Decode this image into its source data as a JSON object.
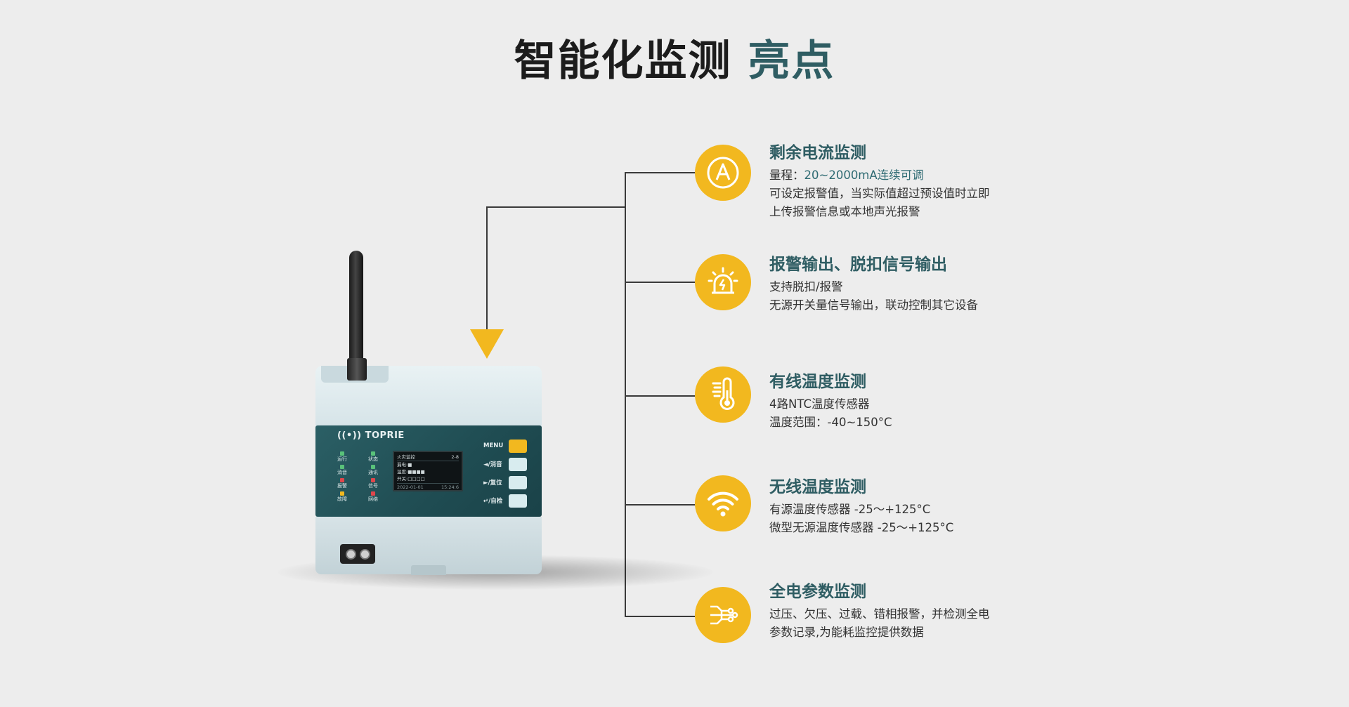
{
  "page": {
    "title_main": "智能化监测",
    "title_highlight": "亮点",
    "accent_color": "#f2b81f",
    "title_color": "#2f5d63"
  },
  "device": {
    "brand": "TOPRIE",
    "leds": [
      {
        "label": "运行",
        "color": "#59c27a"
      },
      {
        "label": "状态",
        "color": "#59c27a"
      },
      {
        "label": "消音",
        "color": "#59c27a"
      },
      {
        "label": "通讯",
        "color": "#59c27a"
      },
      {
        "label": "报警",
        "color": "#e0474c"
      },
      {
        "label": "信号",
        "color": "#e0474c"
      },
      {
        "label": "故障",
        "color": "#f2b81f"
      },
      {
        "label": "网络",
        "color": "#e0474c"
      }
    ],
    "screen": {
      "header": "火灾监控",
      "header_right": "2-8",
      "rows": [
        "漏电:■",
        "温度:■■■■",
        "开关:□□□□"
      ],
      "footer_left": "2022-01-01",
      "footer_right": "15:24:6"
    },
    "keys": [
      {
        "label": "MENU",
        "style": "menu"
      },
      {
        "label": "◄/消音",
        "style": "normal"
      },
      {
        "label": "►/复位",
        "style": "normal"
      },
      {
        "label": "↵/自检",
        "style": "normal"
      }
    ]
  },
  "features": [
    {
      "icon": "ammeter-icon",
      "title": "剩余电流监测",
      "lines": [
        {
          "prefix": "量程：",
          "accent": "20~2000mA连续可调"
        },
        {
          "text": "可设定报警值，当实际值超过预设值时立即"
        },
        {
          "text": "上传报警信息或本地声光报警"
        }
      ]
    },
    {
      "icon": "alarm-light-icon",
      "title": "报警输出、脱扣信号输出",
      "lines": [
        {
          "text": "支持脱扣/报警"
        },
        {
          "text": "无源开关量信号输出，联动控制其它设备"
        }
      ]
    },
    {
      "icon": "thermometer-icon",
      "title": "有线温度监测",
      "lines": [
        {
          "text": "4路NTC温度传感器"
        },
        {
          "text": "温度范围：-40~150°C"
        }
      ]
    },
    {
      "icon": "wifi-icon",
      "title": "无线温度监测",
      "lines": [
        {
          "text": "有源温度传感器 -25～+125°C"
        },
        {
          "text": "微型无源温度传感器 -25～+125°C"
        }
      ]
    },
    {
      "icon": "circuit-icon",
      "title": "全电参数监测",
      "lines": [
        {
          "text": "过压、欠压、过载、错相报警，并检测全电"
        },
        {
          "text": "参数记录,为能耗监控提供数据"
        }
      ]
    }
  ]
}
